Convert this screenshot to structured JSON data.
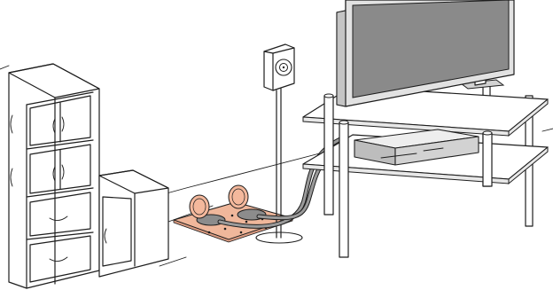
{
  "scene": {
    "colors": {
      "background": "#ffffff",
      "line": "#1e1e1e",
      "screen": "#8a8a8a",
      "device_body": "#d2d2d2",
      "mat": "#f0b79b",
      "cable": "#9a9a9a",
      "glass": "#ffffff"
    },
    "objects": [
      "cabinet-stack",
      "low-cabinet",
      "rear-speaker",
      "flat-panel-tv",
      "glass-tv-stand",
      "av-receiver",
      "sensor-mat",
      "cables"
    ]
  }
}
